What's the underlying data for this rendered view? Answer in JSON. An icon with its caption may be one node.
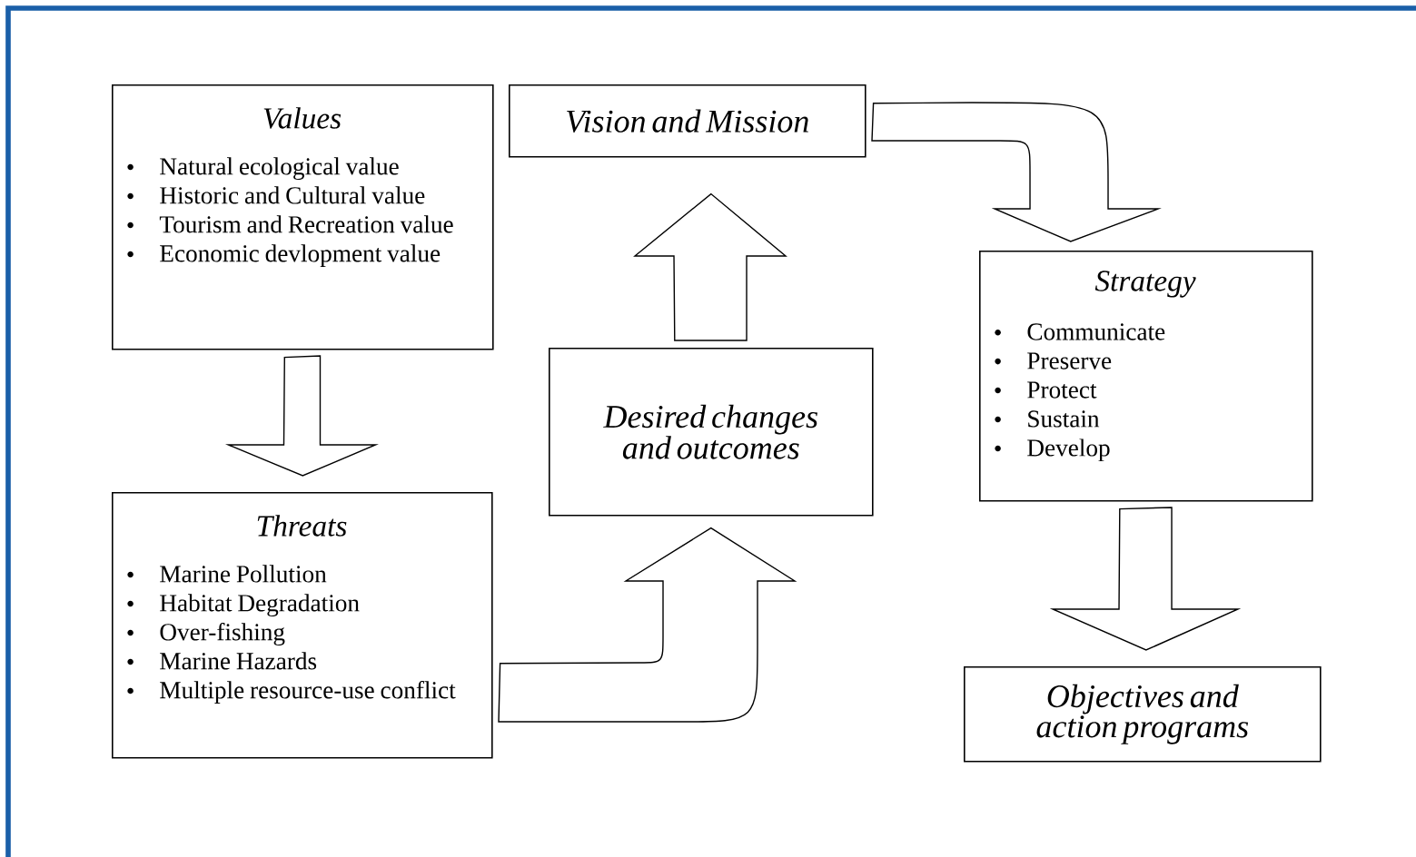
{
  "diagram": {
    "nodes": [
      {
        "text": [
          "Values",
          "Natural ecological value",
          "Historic and Cultural value",
          "Tourism and Recreation value",
          "Economic devlopment value"
        ]
      },
      {
        "text": [
          "Threats",
          "Marine Pollution",
          "Habitat Degradation",
          "Over-fishing",
          "Marine Hazards",
          "Multiple resource-use conflict"
        ]
      },
      {
        "text": [
          "Desired changes and outcomes"
        ]
      },
      {
        "text": [
          "Vision and Mission"
        ]
      },
      {
        "text": [
          "Strategy",
          "Communicate",
          "Preserve",
          "Protect",
          "Sustain",
          "Develop"
        ]
      },
      {
        "text": [
          "Objectives and action programs"
        ]
      }
    ],
    "edges": [
      {
        "from": 0,
        "to": 1,
        "arrow": "to"
      },
      {
        "from": 1,
        "to": 2,
        "arrow": "to"
      },
      {
        "from": 2,
        "to": 3,
        "arrow": "to"
      },
      {
        "from": 3,
        "to": 4,
        "arrow": "to"
      },
      {
        "from": 4,
        "to": 5,
        "arrow": "to"
      }
    ]
  }
}
